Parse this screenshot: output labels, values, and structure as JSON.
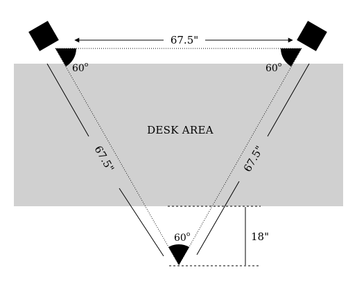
{
  "desk": {
    "label": "DESK AREA",
    "fill": "#d0d0d0"
  },
  "speaker_distance": {
    "label": "67.5\""
  },
  "left_side": {
    "label": "67.5\""
  },
  "right_side": {
    "label": "67.5\""
  },
  "listener_offset": {
    "label": "18\""
  },
  "angles": {
    "left": {
      "value": "60",
      "degree": "o"
    },
    "right": {
      "value": "60",
      "degree": "o"
    },
    "listener": {
      "value": "60",
      "degree": "o"
    }
  },
  "colors": {
    "ink": "#000000",
    "desk": "#d0d0d0"
  }
}
